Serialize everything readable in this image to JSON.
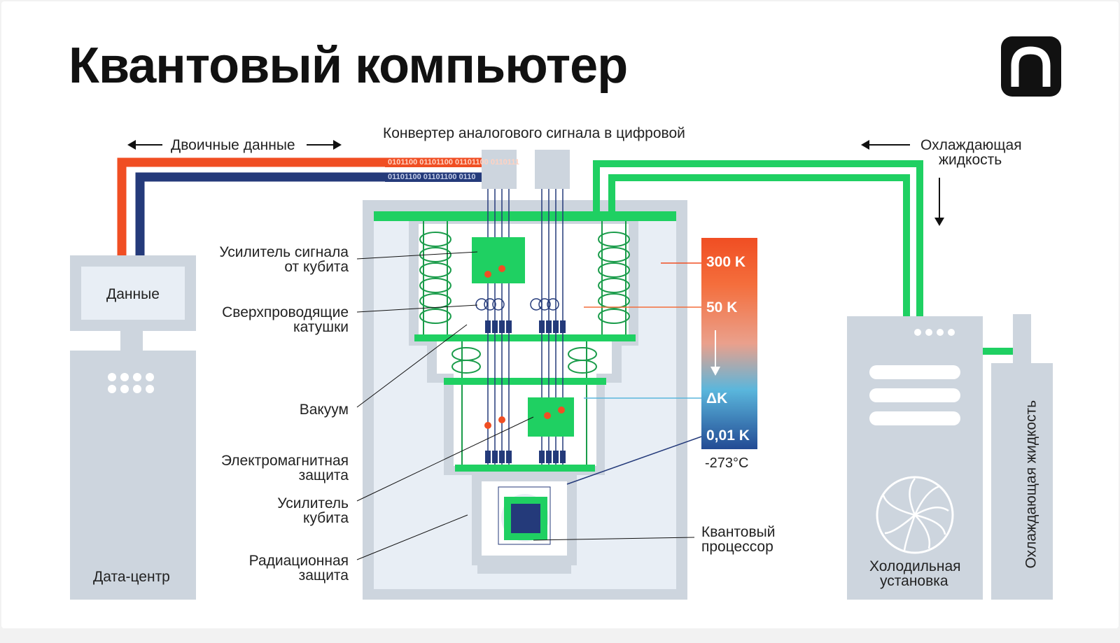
{
  "title": "Квантовый компьютер",
  "logo": {
    "icon": "n-logo-icon"
  },
  "labels": {
    "binary_data": "Двоичные данные",
    "converter": "Конвертер аналогового сигнала в цифровой",
    "coolant_top_line1": "Охлаждающая",
    "coolant_top_line2": "жидкость",
    "data_box": "Данные",
    "data_center": "Дата-центр",
    "amplifier_line1": "Усилитель сигнала",
    "amplifier_line2": "от кубита",
    "coils_line1": "Сверхпроводящие",
    "coils_line2": "катушки",
    "vacuum": "Вакуум",
    "em_shield_line1": "Электромагнитная",
    "em_shield_line2": "защита",
    "qubit_amp_line1": "Усилитель",
    "qubit_amp_line2": "кубита",
    "radiation_line1": "Радиационная",
    "radiation_line2": "защита",
    "processor_line1": "Квантовый",
    "processor_line2": "процессор",
    "fridge_line1": "Холодильная",
    "fridge_line2": "установка",
    "coolant_vertical": "Охлаждающая жидкость",
    "celsius": "-273°C"
  },
  "binary_strings": {
    "red_wire": "0101100 01101100 01101100 0110111",
    "blue_wire": "01101100 01101100 0110"
  },
  "temperatures": [
    "300 K",
    "50 K",
    "ΔK",
    "0,01 K"
  ],
  "colors": {
    "red": "#f04e23",
    "navy": "#243a7a",
    "green": "#1fd062",
    "grey": "#cdd5de",
    "light": "#e8eef5",
    "dark_green": "#1a9c4a"
  }
}
